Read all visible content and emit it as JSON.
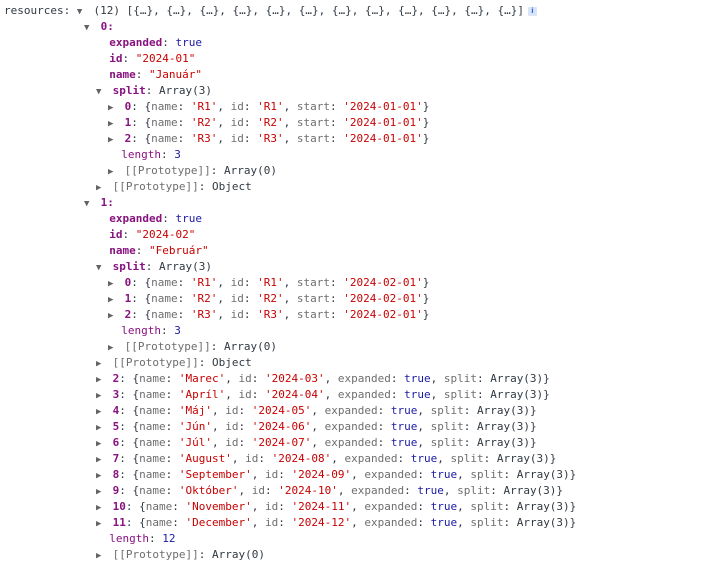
{
  "root": {
    "label": "resources",
    "summary": "(12) [{…}, {…}, {…}, {…}, {…}, {…}, {…}, {…}, {…}, {…}, {…}, {…}]"
  },
  "items": [
    {
      "index": "0",
      "expanded": true,
      "props": [
        [
          "expanded",
          "true",
          "bool"
        ],
        [
          "id",
          "\"2024-01\"",
          "str"
        ],
        [
          "name",
          "\"Január\"",
          "str"
        ]
      ],
      "split_label": "split",
      "split_type": "Array(3)",
      "split": [
        {
          "i": "0",
          "name": "'R1'",
          "id": "'R1'",
          "start": "'2024-01-01'"
        },
        {
          "i": "1",
          "name": "'R2'",
          "id": "'R2'",
          "start": "'2024-01-01'"
        },
        {
          "i": "2",
          "name": "'R3'",
          "id": "'R3'",
          "start": "'2024-01-01'"
        }
      ],
      "split_length": "3",
      "split_proto": "Array(0)",
      "proto": "Object"
    },
    {
      "index": "1",
      "expanded": true,
      "props": [
        [
          "expanded",
          "true",
          "bool"
        ],
        [
          "id",
          "\"2024-02\"",
          "str"
        ],
        [
          "name",
          "\"Február\"",
          "str"
        ]
      ],
      "split_label": "split",
      "split_type": "Array(3)",
      "split": [
        {
          "i": "0",
          "name": "'R1'",
          "id": "'R1'",
          "start": "'2024-02-01'"
        },
        {
          "i": "1",
          "name": "'R2'",
          "id": "'R2'",
          "start": "'2024-02-01'"
        },
        {
          "i": "2",
          "name": "'R3'",
          "id": "'R3'",
          "start": "'2024-02-01'"
        }
      ],
      "split_length": "3",
      "split_proto": "Array(0)",
      "proto": "Object"
    },
    {
      "index": "2",
      "name": "'Marec'",
      "id": "'2024-03'",
      "expanded": "true",
      "split": "Array(3)"
    },
    {
      "index": "3",
      "name": "'Apríl'",
      "id": "'2024-04'",
      "expanded": "true",
      "split": "Array(3)"
    },
    {
      "index": "4",
      "name": "'Máj'",
      "id": "'2024-05'",
      "expanded": "true",
      "split": "Array(3)"
    },
    {
      "index": "5",
      "name": "'Jún'",
      "id": "'2024-06'",
      "expanded": "true",
      "split": "Array(3)"
    },
    {
      "index": "6",
      "name": "'Júl'",
      "id": "'2024-07'",
      "expanded": "true",
      "split": "Array(3)"
    },
    {
      "index": "7",
      "name": "'August'",
      "id": "'2024-08'",
      "expanded": "true",
      "split": "Array(3)"
    },
    {
      "index": "8",
      "name": "'September'",
      "id": "'2024-09'",
      "expanded": "true",
      "split": "Array(3)"
    },
    {
      "index": "9",
      "name": "'Október'",
      "id": "'2024-10'",
      "expanded": "true",
      "split": "Array(3)"
    },
    {
      "index": "10",
      "name": "'November'",
      "id": "'2024-11'",
      "expanded": "true",
      "split": "Array(3)"
    },
    {
      "index": "11",
      "name": "'December'",
      "id": "'2024-12'",
      "expanded": "true",
      "split": "Array(3)"
    }
  ],
  "length": "12",
  "proto": "Array(0)",
  "keys": {
    "length": "length",
    "prototype": "[[Prototype]]"
  },
  "icons": {
    "expanded": "triangle-down-icon",
    "collapsed": "triangle-right-icon",
    "info": "info-icon"
  }
}
